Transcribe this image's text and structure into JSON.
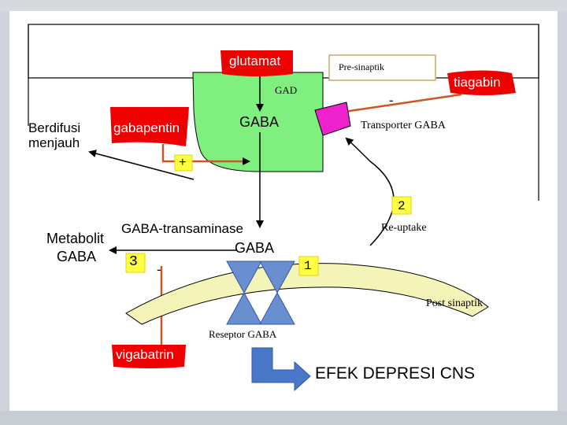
{
  "labels": {
    "glutamat": "glutamat",
    "pre_sinaptik": "Pre-sinaptik",
    "tiagabin": "tiagabin",
    "gad": "GAD",
    "minus_top": "-",
    "berdifusi": "Berdifusi",
    "menjauh": "menjauh",
    "gabapentin": "gabapentin",
    "gaba_top": "GABA",
    "transporter": "Transporter GABA",
    "plus": "+",
    "num2": "2",
    "re_uptake": "Re-uptake",
    "metabolit": "Metabolit",
    "metabolit_gaba": "GABA",
    "transaminase": "GABA-transaminase",
    "gaba_mid": "GABA",
    "num3": "3",
    "minus_mid": "-",
    "num1": "1",
    "post_sinaptik": "Post sinaptik",
    "reseptor": "Reseptor GABA",
    "vigabatrin": "vigabatrin",
    "efek": "EFEK DEPRESI CNS"
  },
  "colors": {
    "green_fill": "#7fef7f",
    "red_banner": "#ee0000",
    "magenta": "#ee22cc",
    "yellow_box": "#ffff44",
    "orange_line": "#cc5522",
    "blue_receptor": "#6a8fd0",
    "blue_arrow": "#4a78c8",
    "post_fill": "#f4f3b8"
  }
}
